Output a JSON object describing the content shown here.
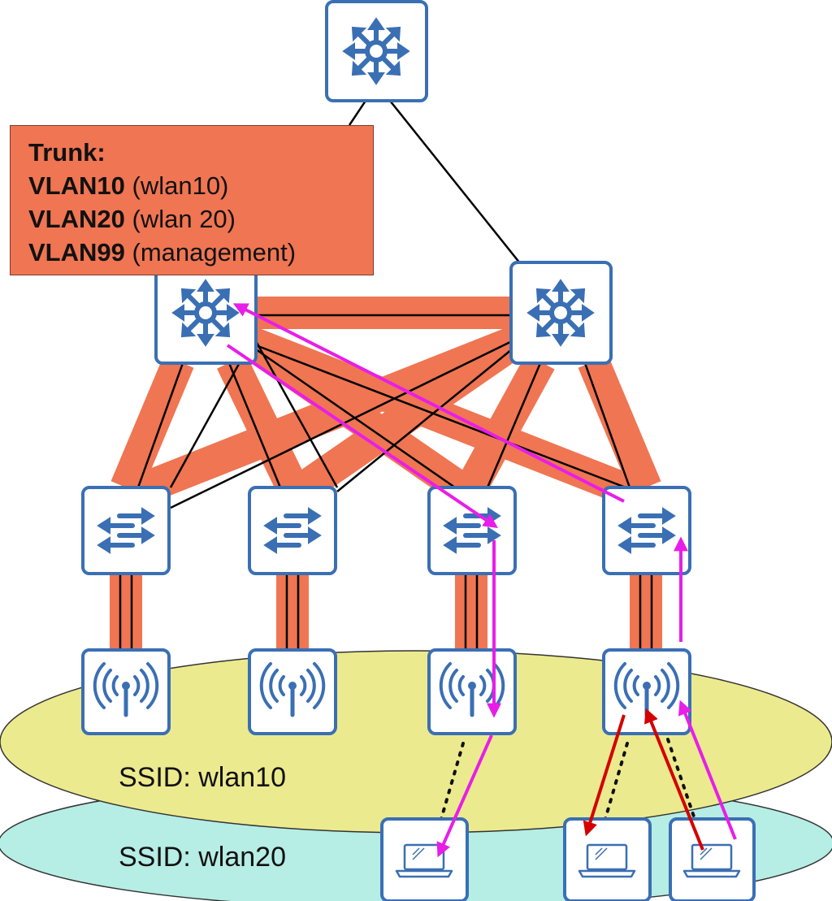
{
  "trunk": {
    "title": "Trunk:",
    "vlans": [
      {
        "id": "VLAN10",
        "desc": "(wlan10)"
      },
      {
        "id": "VLAN20",
        "desc": "(wlan 20)"
      },
      {
        "id": "VLAN99",
        "desc": "(management)"
      }
    ]
  },
  "ssids": {
    "wlan10": "SSID: wlan10",
    "wlan20": "SSID: wlan20"
  },
  "colors": {
    "device_border": "#3a6fb4",
    "device_icon": "#3a6fb4",
    "trunk_band": "#f07552",
    "ssid_wlan10": "#ecea8e",
    "ssid_wlan20": "#b6ede5",
    "flow_magenta": "#e81ee8",
    "flow_red": "#d40000"
  },
  "devices": {
    "core": "router-icon",
    "distribution": "router-icon",
    "access": "switch-icon",
    "ap": "access-point-icon",
    "client": "laptop-icon"
  }
}
